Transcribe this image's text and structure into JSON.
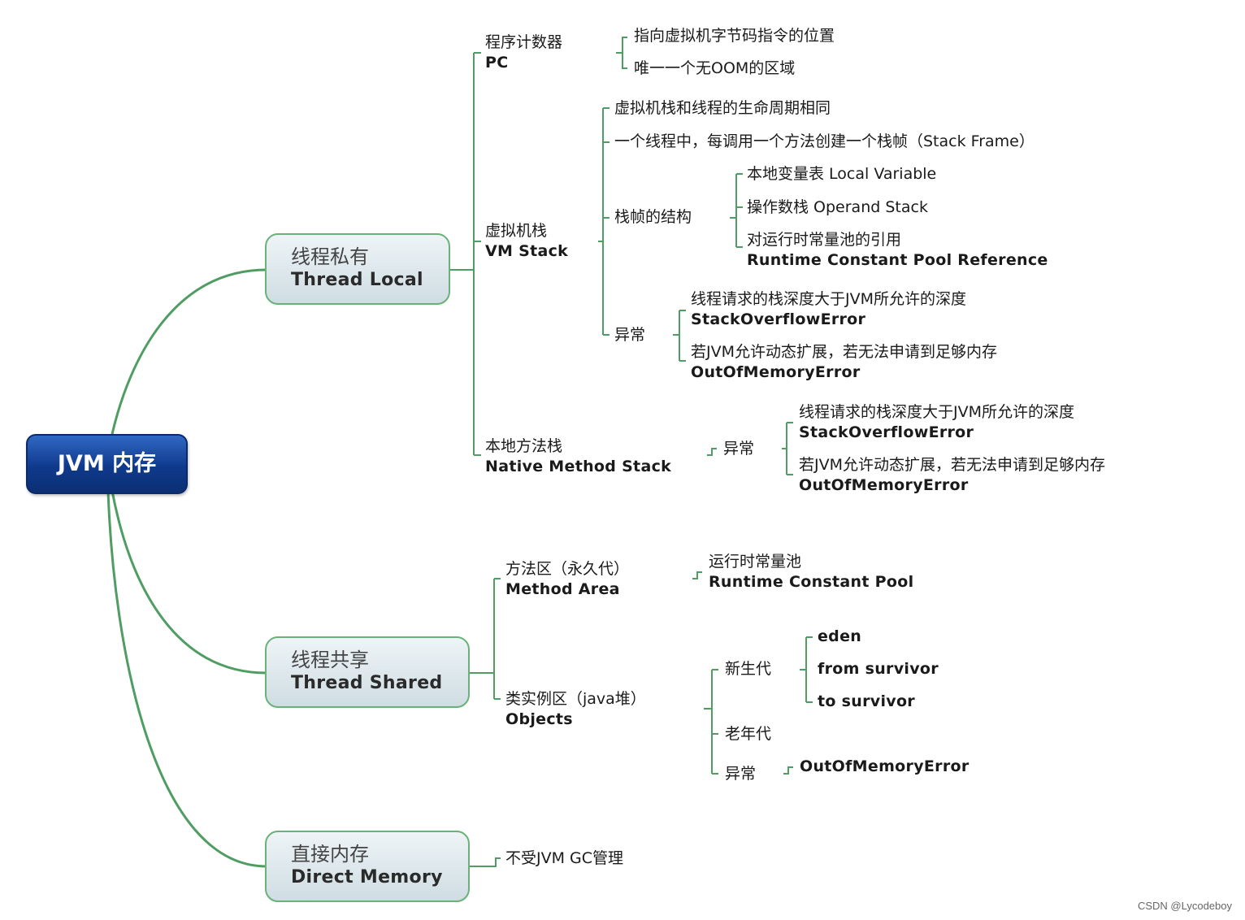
{
  "root": {
    "label": "JVM 内存"
  },
  "thread_local": {
    "zh": "线程私有",
    "en": "Thread Local",
    "pc": {
      "zh": "程序计数器",
      "en": "PC",
      "items": [
        "指向虚拟机字节码指令的位置",
        "唯一一个无OOM的区域"
      ]
    },
    "vm_stack": {
      "zh": "虚拟机栈",
      "en": "VM Stack",
      "lifecycle": "虚拟机栈和线程的生命周期相同",
      "frame_note": "一个线程中，每调用一个方法创建一个栈帧（Stack Frame）",
      "frame_structure": {
        "label": "栈帧的结构",
        "local_variable": "本地变量表 Local Variable",
        "operand_stack": "操作数栈 Operand Stack",
        "rcp_ref_zh": "对运行时常量池的引用",
        "rcp_ref_en": "Runtime Constant Pool Reference"
      },
      "exceptions": {
        "label": "异常",
        "so_zh": "线程请求的栈深度大于JVM所允许的深度",
        "so_en": "StackOverflowError",
        "oom_zh": "若JVM允许动态扩展，若无法申请到足够内存",
        "oom_en": "OutOfMemoryError"
      }
    },
    "native_stack": {
      "zh": "本地方法栈",
      "en": "Native Method Stack",
      "exceptions": {
        "label": "异常",
        "so_zh": "线程请求的栈深度大于JVM所允许的深度",
        "so_en": "StackOverflowError",
        "oom_zh": "若JVM允许动态扩展，若无法申请到足够内存",
        "oom_en": "OutOfMemoryError"
      }
    }
  },
  "thread_shared": {
    "zh": "线程共享",
    "en": "Thread Shared",
    "method_area": {
      "zh": "方法区（永久代）",
      "en": "Method Area",
      "rcp_zh": "运行时常量池",
      "rcp_en": "Runtime Constant Pool"
    },
    "objects": {
      "zh": "类实例区（java堆）",
      "en": "Objects",
      "young": {
        "label": "新生代",
        "items": [
          "eden",
          "from survivor",
          "to survivor"
        ]
      },
      "old": "老年代",
      "exceptions": {
        "label": "异常",
        "oom": "OutOfMemoryError"
      }
    }
  },
  "direct_memory": {
    "zh": "直接内存",
    "en": "Direct Memory",
    "note": "不受JVM GC管理"
  },
  "watermark": "CSDN @Lycodeboy"
}
